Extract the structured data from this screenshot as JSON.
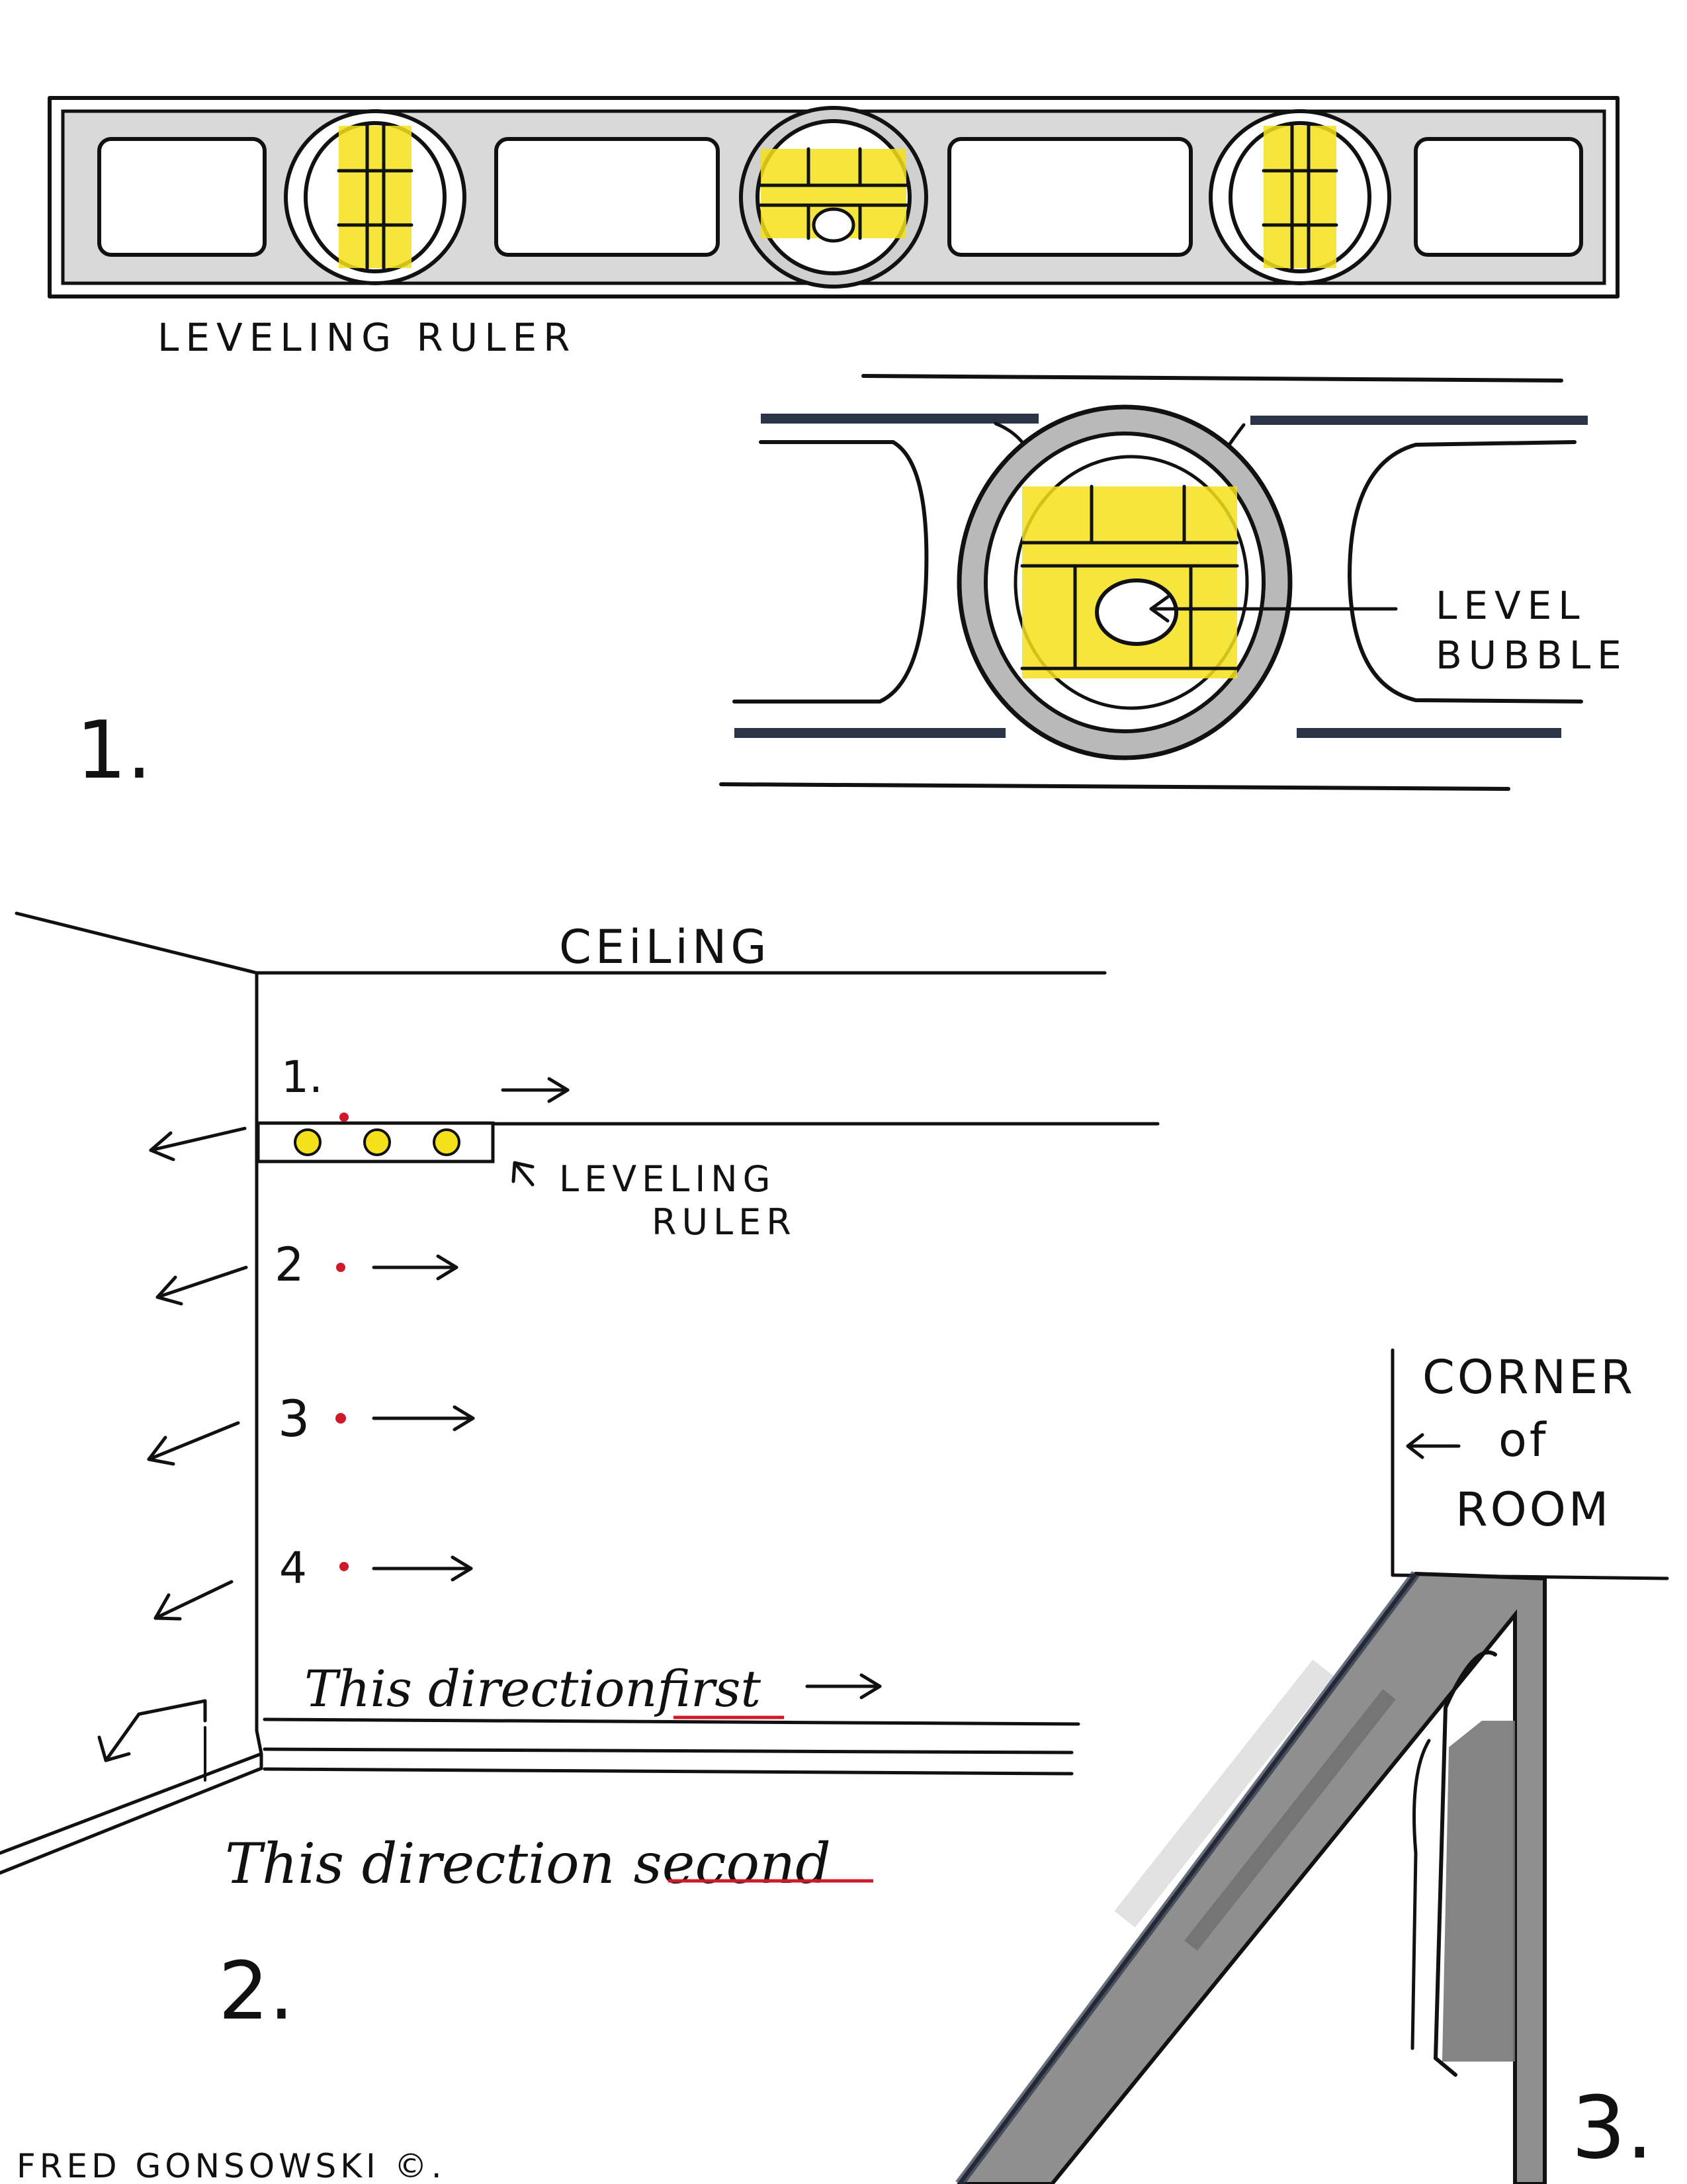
{
  "colors": {
    "ink": "#111111",
    "yellow": "#f4e11a",
    "grey": "#9a9a9a",
    "navy": "#2b3346",
    "red": "#d0182a"
  },
  "panel1": {
    "number": "1.",
    "ruler_label": "LEVELING  RULER",
    "bubble_label_line1": "LEVEL",
    "bubble_label_line2": "BUBBLE"
  },
  "panel2": {
    "number": "2.",
    "ceiling_label": "CEiLiNG",
    "ruler_label_line1": "LEVELING",
    "ruler_label_line2": "RULER",
    "steps": [
      "1.",
      "2",
      "3",
      "4"
    ],
    "first_prefix": "This direction",
    "first_word": "first",
    "second_prefix": "This direction",
    "second_word": "second"
  },
  "panel3": {
    "number": "3.",
    "corner_line1": "CORNER",
    "corner_line2": "of",
    "corner_line3": "ROOM"
  },
  "signature": "FRED GONSOWSKI ©."
}
